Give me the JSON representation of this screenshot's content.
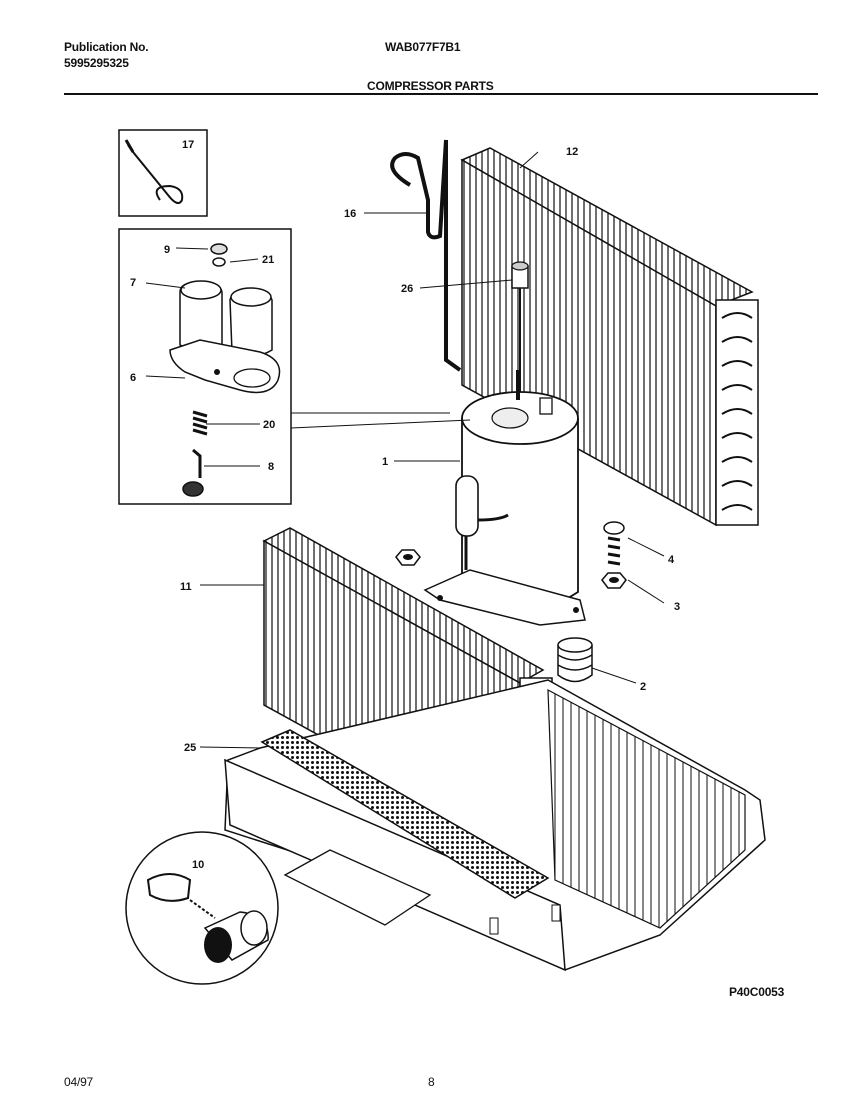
{
  "header": {
    "publication_label": "Publication No.",
    "publication_number": "5995295325",
    "model": "WAB077F7B1",
    "section_title": "COMPRESSOR PARTS"
  },
  "callouts": {
    "p1": "1",
    "p2": "2",
    "p3": "3",
    "p4": "4",
    "p6": "6",
    "p7": "7",
    "p8": "8",
    "p9": "9",
    "p10": "10",
    "p11": "11",
    "p12": "12",
    "p16": "16",
    "p17": "17",
    "p20": "20",
    "p21": "21",
    "p25": "25",
    "p26": "26"
  },
  "diagram_code": "P40C0053",
  "footer": {
    "date": "04/97",
    "page": "8"
  }
}
